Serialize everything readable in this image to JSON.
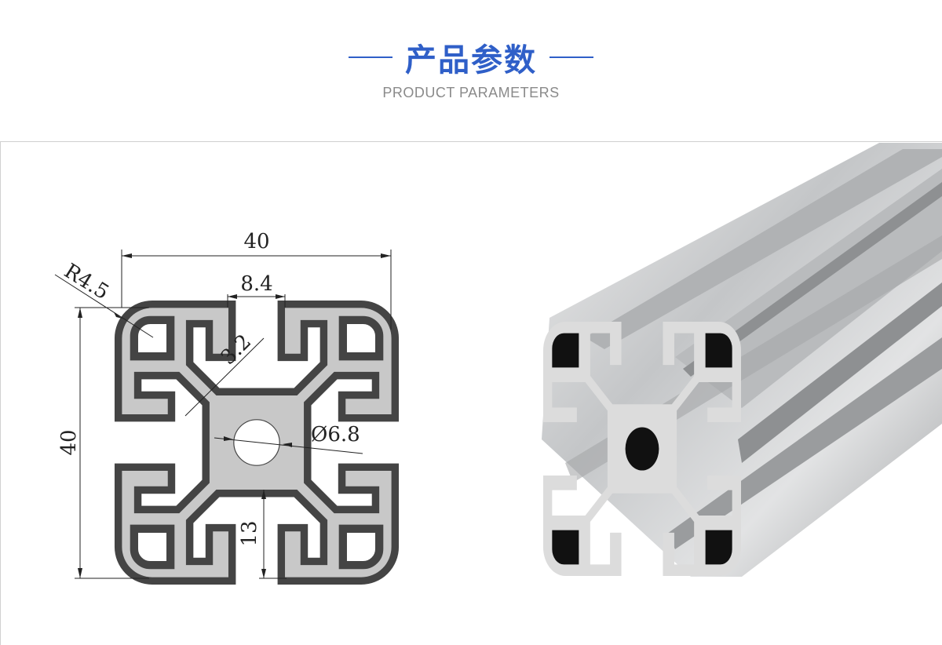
{
  "header": {
    "title": "产品参数",
    "subtitle": "PRODUCT PARAMETERS"
  },
  "drawing": {
    "width_label": "40",
    "height_label": "40",
    "radius_label": "R4.5",
    "slot_width_label": "8.4",
    "wall_label": "3.2",
    "hole_label": "Ø6.8",
    "depth_label": "13"
  },
  "colors": {
    "accent": "#2f5fc8",
    "profile_fill": "#c8c8c8"
  }
}
